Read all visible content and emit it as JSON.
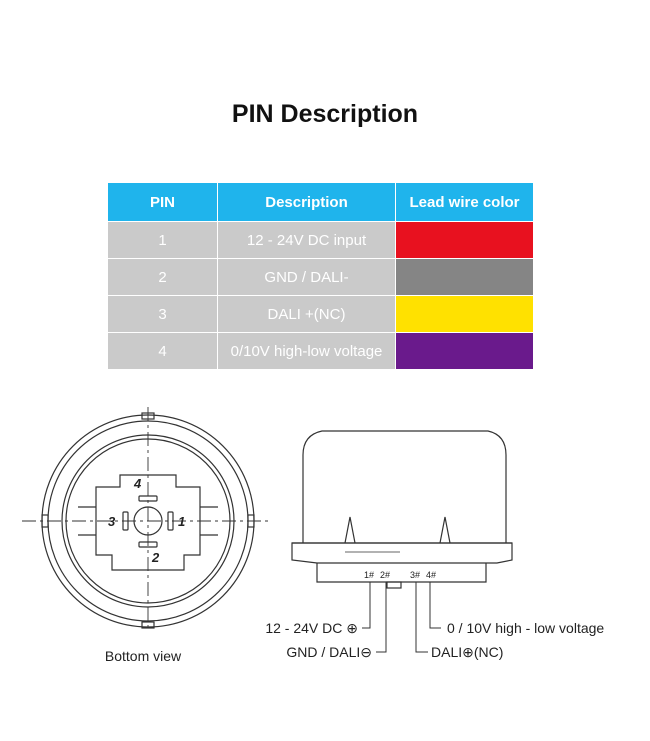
{
  "title": "PIN Description",
  "table": {
    "headers": [
      "PIN",
      "Description",
      "Lead wire color"
    ],
    "rows": [
      {
        "pin": "1",
        "description": "12 - 24V DC input",
        "color": "#e8111f"
      },
      {
        "pin": "2",
        "description": "GND / DALI-",
        "color": "#858585"
      },
      {
        "pin": "3",
        "description": "DALI +(NC)",
        "color": "#ffe100"
      },
      {
        "pin": "4",
        "description": "0/10V high-low voltage",
        "color": "#6a1a8c"
      }
    ]
  },
  "bottom_view": {
    "caption": "Bottom view",
    "pin_labels": [
      "4",
      "3",
      "1",
      "2"
    ]
  },
  "side_view": {
    "pin_marks": [
      "1#",
      "2#",
      "3#",
      "4#"
    ],
    "callouts": {
      "dc": "12 - 24V DC ⊕",
      "gnd": "GND / DALI⊖",
      "dali": "DALI⊕(NC)",
      "voltage": "0 / 10V high - low voltage"
    }
  }
}
